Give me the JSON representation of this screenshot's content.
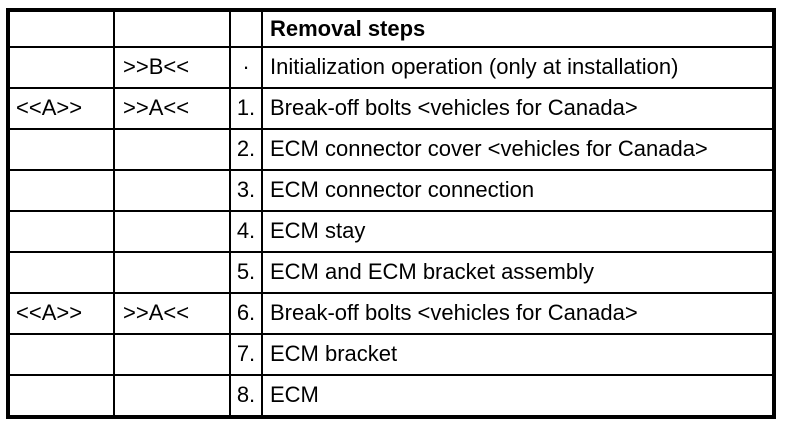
{
  "table": {
    "header": {
      "title": "Removal steps"
    },
    "rows": [
      {
        "mark_a": "",
        "mark_b": ">>B<<",
        "num": "·",
        "step": "Initialization operation (only at installation)"
      },
      {
        "mark_a": "<<A>>",
        "mark_b": ">>A<<",
        "num": "1.",
        "step": "Break-off bolts <vehicles for Canada>"
      },
      {
        "mark_a": "",
        "mark_b": "",
        "num": "2.",
        "step": "ECM connector cover <vehicles for Canada>"
      },
      {
        "mark_a": "",
        "mark_b": "",
        "num": "3.",
        "step": "ECM connector connection"
      },
      {
        "mark_a": "",
        "mark_b": "",
        "num": "4.",
        "step": "ECM stay"
      },
      {
        "mark_a": "",
        "mark_b": "",
        "num": "5.",
        "step": "ECM and ECM bracket assembly"
      },
      {
        "mark_a": "<<A>>",
        "mark_b": ">>A<<",
        "num": "6.",
        "step": "Break-off bolts <vehicles for Canada>"
      },
      {
        "mark_a": "",
        "mark_b": "",
        "num": "7.",
        "step": "ECM bracket"
      },
      {
        "mark_a": "",
        "mark_b": "",
        "num": "8.",
        "step": "ECM"
      }
    ],
    "colors": {
      "border": "#000000",
      "text": "#000000",
      "background": "#ffffff"
    }
  }
}
